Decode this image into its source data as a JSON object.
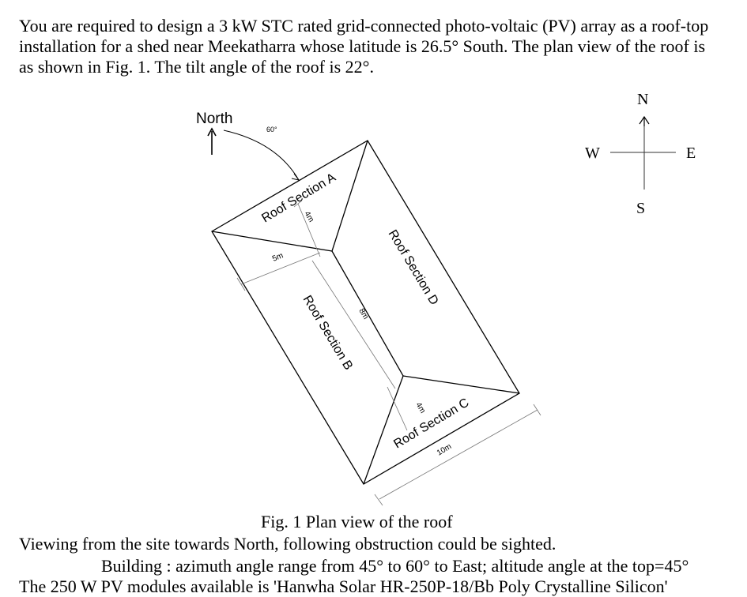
{
  "problem": {
    "intro": "You are required to design a 3 kW STC rated grid-connected photo-voltaic (PV) array as a roof-top installation for a shed near Meekatharra whose latitude is 26.5° South. The plan view of the roof is as shown in Fig. 1. The tilt angle of the roof is 22°."
  },
  "figure": {
    "north_label": "North",
    "angle_label": "60°",
    "sections": {
      "a": "Roof Section A",
      "b": "Roof Section B",
      "c": "Roof Section C",
      "d": "Roof Section D"
    },
    "dimensions": {
      "a_depth": "4m",
      "width": "5m",
      "ridge": "8m",
      "c_depth": "4m",
      "length": "10m"
    },
    "compass": {
      "n": "N",
      "s": "S",
      "e": "E",
      "w": "W"
    },
    "caption": "Fig. 1   Plan view of the roof"
  },
  "obstruction": {
    "intro": "Viewing from the site towards North, following obstruction could be sighted.",
    "building": "Building : azimuth angle range from 45° to 60° to East; altitude angle at the top=45°",
    "cutoff": "The 250 W PV modules available is 'Hanwha Solar HR-250P-18/Bb Poly Crystalline Silicon'"
  }
}
